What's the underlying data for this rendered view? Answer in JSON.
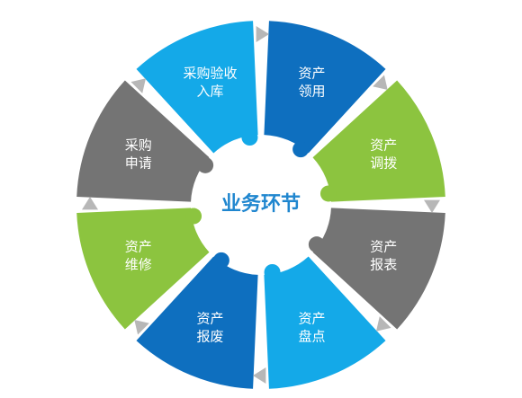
{
  "center_title": "业务环节",
  "segments": [
    {
      "lines": [
        "资产",
        "领用"
      ],
      "color": "#0e6fbf"
    },
    {
      "lines": [
        "资产",
        "调拨"
      ],
      "color": "#8cc43f"
    },
    {
      "lines": [
        "资产",
        "报表"
      ],
      "color": "#747474"
    },
    {
      "lines": [
        "资产",
        "盘点"
      ],
      "color": "#14a9e8"
    },
    {
      "lines": [
        "资产",
        "报废"
      ],
      "color": "#0e6fbf"
    },
    {
      "lines": [
        "资产",
        "维修"
      ],
      "color": "#8cc43f"
    },
    {
      "lines": [
        "采购",
        "申请"
      ],
      "color": "#747474"
    },
    {
      "lines": [
        "采购验收",
        "入库"
      ],
      "color": "#14a9e8"
    }
  ],
  "arrow_color": "#b7b7b7"
}
